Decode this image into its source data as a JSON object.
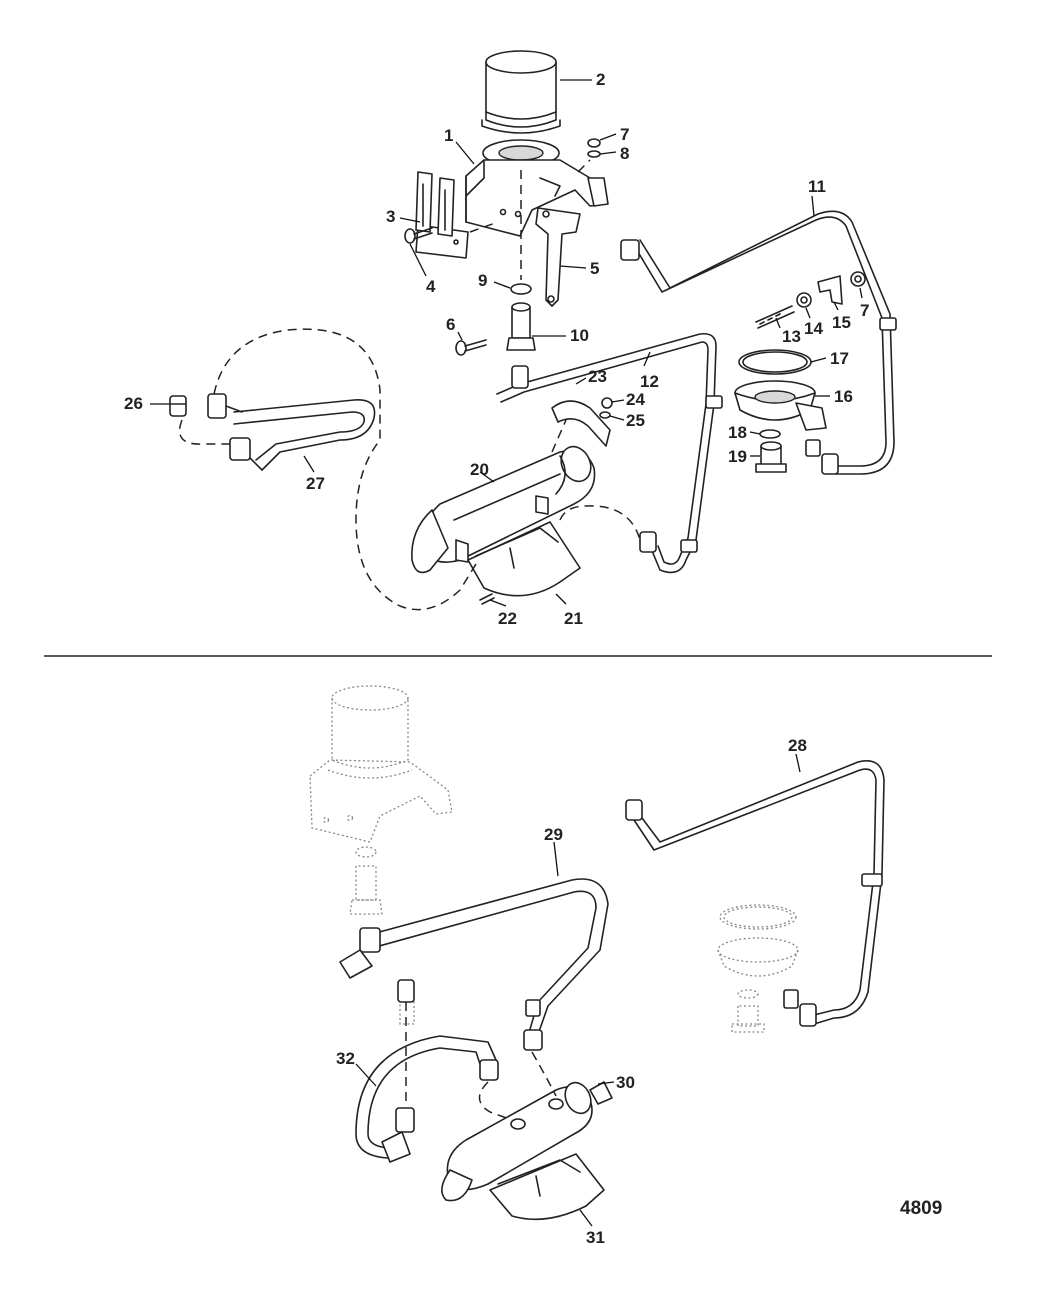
{
  "figure_number": "4809",
  "callouts": [
    "1",
    "2",
    "3",
    "4",
    "5",
    "6",
    "7",
    "8",
    "9",
    "10",
    "11",
    "12",
    "13",
    "14",
    "15",
    "16",
    "17",
    "18",
    "19",
    "20",
    "21",
    "22",
    "23",
    "24",
    "25",
    "26",
    "27",
    "28",
    "29",
    "30",
    "31",
    "32"
  ]
}
